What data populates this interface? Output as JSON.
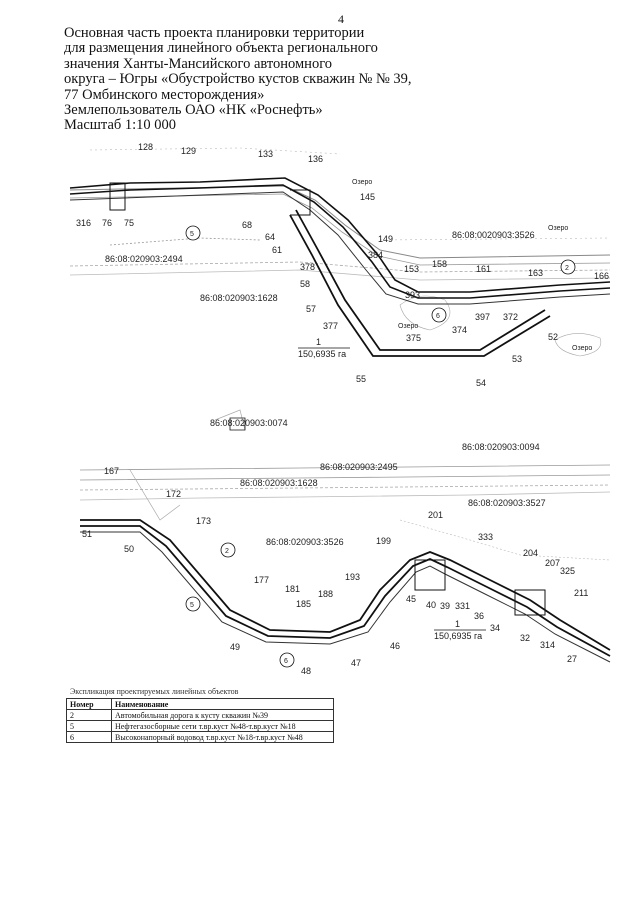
{
  "page_number": "4",
  "title_lines": [
    "Основная часть проекта планировки территории",
    "для размещения линейного объекта регионального",
    "значения Ханты-Мансийского автономного",
    "округа – Югры «Обустройство кустов скважин № № 39,",
    "77 Омбинского  месторождения»",
    "Землепользователь ОАО «НК «Роснефть»",
    "Масштаб 1:10 000"
  ],
  "map_top": {
    "point_labels": [
      "128",
      "129",
      "133",
      "136",
      "145",
      "316",
      "76",
      "75",
      "68",
      "64",
      "61",
      "149",
      "384",
      "58",
      "378",
      "153",
      "158",
      "161",
      "163",
      "166",
      "57",
      "377",
      "393",
      "397",
      "372",
      "52",
      "375",
      "374",
      "53",
      "55",
      "54"
    ],
    "lake_labels": [
      "Озеро",
      "Озеро",
      "Озеро",
      "Озеро"
    ],
    "cadastral_labels": [
      "86:08:0020903:3526",
      "86:08:020903:2494",
      "86:08:020903:1628"
    ],
    "area_fraction": {
      "numerator": "1",
      "denominator": "150,6935 га"
    },
    "object_markers": [
      "5",
      "2",
      "6"
    ]
  },
  "map_bottom": {
    "point_labels": [
      "167",
      "172",
      "173",
      "51",
      "50",
      "177",
      "181",
      "185",
      "188",
      "193",
      "199",
      "201",
      "333",
      "204",
      "207",
      "325",
      "45",
      "40",
      "39",
      "331",
      "36",
      "34",
      "32",
      "211",
      "314",
      "27",
      "49",
      "48",
      "47",
      "46"
    ],
    "cadastral_labels": [
      "86:08:020903:0074",
      "86:08:020903:0094",
      "86:08:020903:2495",
      "86:08:020903:1628",
      "86:08:020903:3527",
      "86:08:020903:3526"
    ],
    "area_fraction": {
      "numerator": "1",
      "denominator": "150,6935 га"
    },
    "object_markers": [
      "2",
      "5",
      "6"
    ]
  },
  "legend": {
    "caption": "Экспликация проектируемых линейных объектов",
    "headers": [
      "Номер",
      "Наименование"
    ],
    "rows": [
      {
        "num": "2",
        "name": "Автомобильная дорога к кусту скважин №39"
      },
      {
        "num": "5",
        "name": "Нефтегазосборные сети т.вр.куст №48-т.вр.куст №18"
      },
      {
        "num": "6",
        "name": "Высоконапорный водовод т.вр.куст №18-т.вр.куст №48"
      }
    ]
  }
}
